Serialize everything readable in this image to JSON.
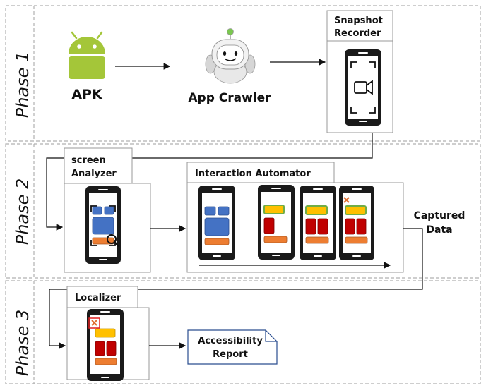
{
  "phases": {
    "p1": "Phase 1",
    "p2": "Phase 2",
    "p3": "Phase 3"
  },
  "nodes": {
    "apk": "APK",
    "app_crawler": "App Crawler",
    "snapshot_recorder": [
      "Snapshot",
      "Recorder"
    ],
    "screen_analyzer": [
      "screen",
      "Analyzer"
    ],
    "interaction_automator": "Interaction Automator",
    "captured_data": [
      "Captured",
      "Data"
    ],
    "localizer": "Localizer",
    "accessibility_report": [
      "Accessibility",
      "Report"
    ]
  },
  "colors": {
    "android_green": "#a4c639",
    "phone_body": "#1a1a1a",
    "screen": "#ffffff",
    "blue_widget": "#4472c4",
    "orange_widget": "#ed7d31",
    "red_widget": "#c00000",
    "yellow_widget": "#ffc000",
    "green_border": "#70ad47",
    "dashed_border": "#b0b0b0",
    "error_mark": "#e07030"
  }
}
